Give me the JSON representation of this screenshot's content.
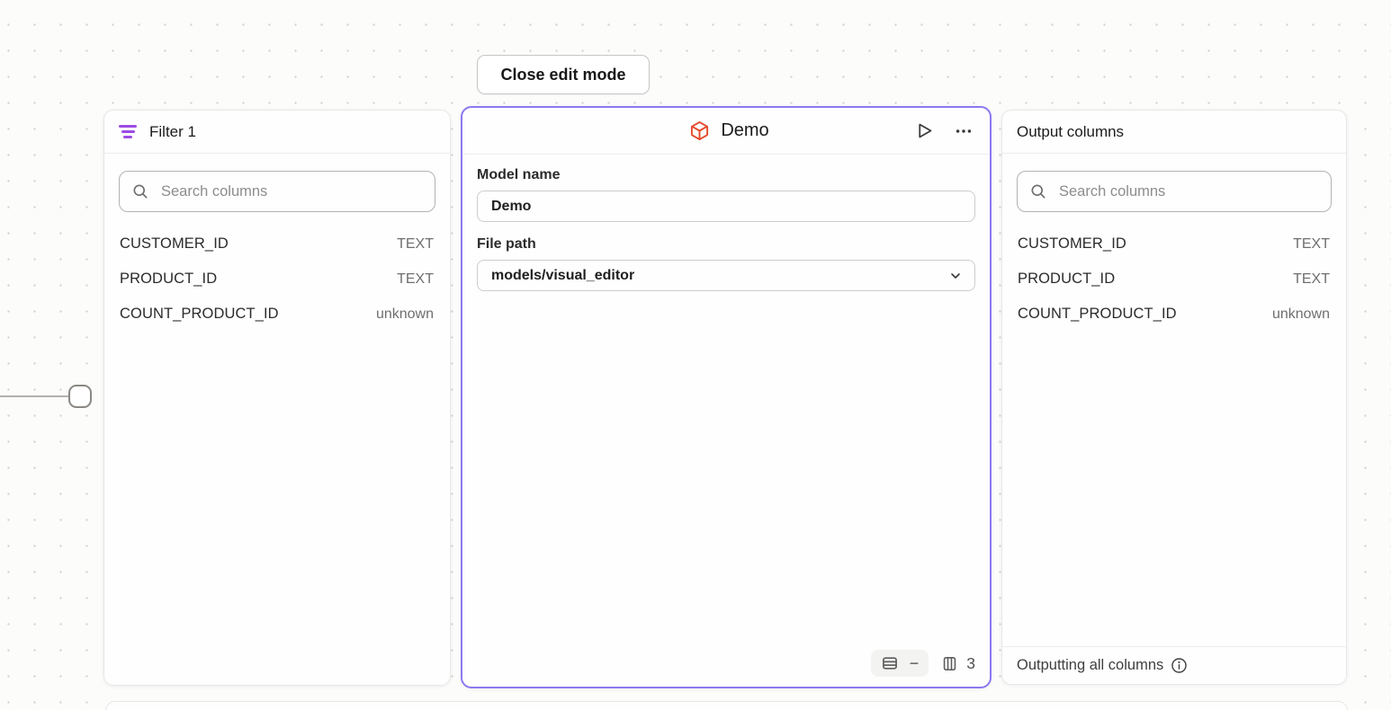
{
  "toolbar": {
    "close_label": "Close edit mode"
  },
  "filter_panel": {
    "title": "Filter 1",
    "search_placeholder": "Search columns",
    "columns": [
      {
        "name": "CUSTOMER_ID",
        "type": "TEXT"
      },
      {
        "name": "PRODUCT_ID",
        "type": "TEXT"
      },
      {
        "name": "COUNT_PRODUCT_ID",
        "type": "unknown"
      }
    ]
  },
  "model_panel": {
    "title": "Demo",
    "model_name_label": "Model name",
    "model_name_value": "Demo",
    "file_path_label": "File path",
    "file_path_value": "models/visual_editor",
    "row_count_display": "−",
    "column_count": "3"
  },
  "output_panel": {
    "title": "Output columns",
    "search_placeholder": "Search columns",
    "columns": [
      {
        "name": "CUSTOMER_ID",
        "type": "TEXT"
      },
      {
        "name": "PRODUCT_ID",
        "type": "TEXT"
      },
      {
        "name": "COUNT_PRODUCT_ID",
        "type": "unknown"
      }
    ],
    "footer_text": "Outputting all columns"
  },
  "colors": {
    "selected_node_border": "#8c78f0",
    "filter_icon_purple": "#9d4be4",
    "model_icon_orange": "#e6492b"
  }
}
